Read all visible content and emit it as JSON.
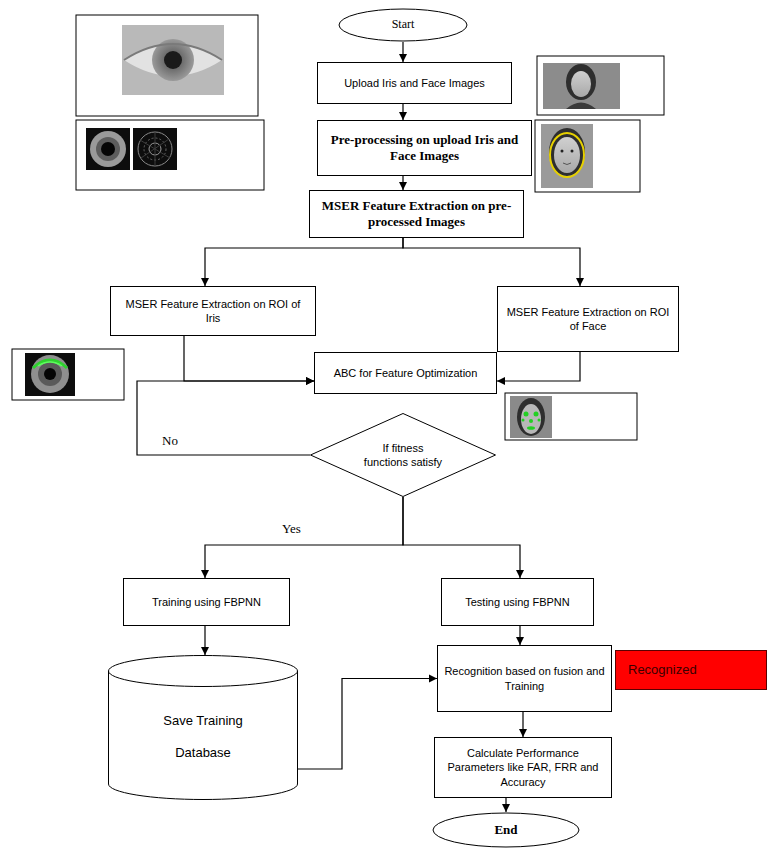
{
  "diagram": {
    "nodes": [
      {
        "text": [
          "Start"
        ]
      },
      {
        "text": [
          "Upload Iris and Face Images"
        ]
      },
      {
        "text": [
          "Pre-processing on upload Iris and Face Images"
        ]
      },
      {
        "text": [
          "MSER Feature Extraction on pre-processed Images"
        ]
      },
      {
        "text": [
          "MSER Feature Extraction on ROI of Iris"
        ]
      },
      {
        "text": [
          "MSER Feature Extraction on ROI of Face"
        ]
      },
      {
        "text": [
          "ABC for Feature Optimization"
        ]
      },
      {
        "text": [
          "If fitness functions satisfy"
        ]
      },
      {
        "text": [
          "Training using FBPNN"
        ]
      },
      {
        "text": [
          "Testing using FBPNN"
        ]
      },
      {
        "text": [
          "Save Training Database"
        ]
      },
      {
        "text": [
          "Recognition based on fusion and Training"
        ]
      },
      {
        "text": [
          "Recognized"
        ]
      },
      {
        "text": [
          "Calculate Performance Parameters like FAR, FRR and Accuracy"
        ]
      },
      {
        "text": [
          "End"
        ]
      }
    ],
    "edges": [
      {
        "from": 0,
        "to": 1,
        "arrow": "to"
      },
      {
        "from": 1,
        "to": 2,
        "arrow": "to"
      },
      {
        "from": 2,
        "to": 3,
        "arrow": "to"
      },
      {
        "from": 3,
        "to": 4,
        "arrow": "to"
      },
      {
        "from": 3,
        "to": 5,
        "arrow": "to"
      },
      {
        "from": 4,
        "to": 6,
        "arrow": "to"
      },
      {
        "from": 5,
        "to": 6,
        "arrow": "to"
      },
      {
        "from": 7,
        "to": 6,
        "label": "No",
        "arrow": "to"
      },
      {
        "from": 7,
        "to": 8,
        "label": "Yes",
        "arrow": "to"
      },
      {
        "from": 7,
        "to": 9,
        "arrow": "to"
      },
      {
        "from": 8,
        "to": 10,
        "arrow": "to"
      },
      {
        "from": 9,
        "to": 11,
        "arrow": "to"
      },
      {
        "from": 10,
        "to": 11,
        "arrow": "to"
      },
      {
        "from": 11,
        "to": 13,
        "arrow": "to"
      },
      {
        "from": 13,
        "to": 14,
        "arrow": "to"
      }
    ]
  }
}
